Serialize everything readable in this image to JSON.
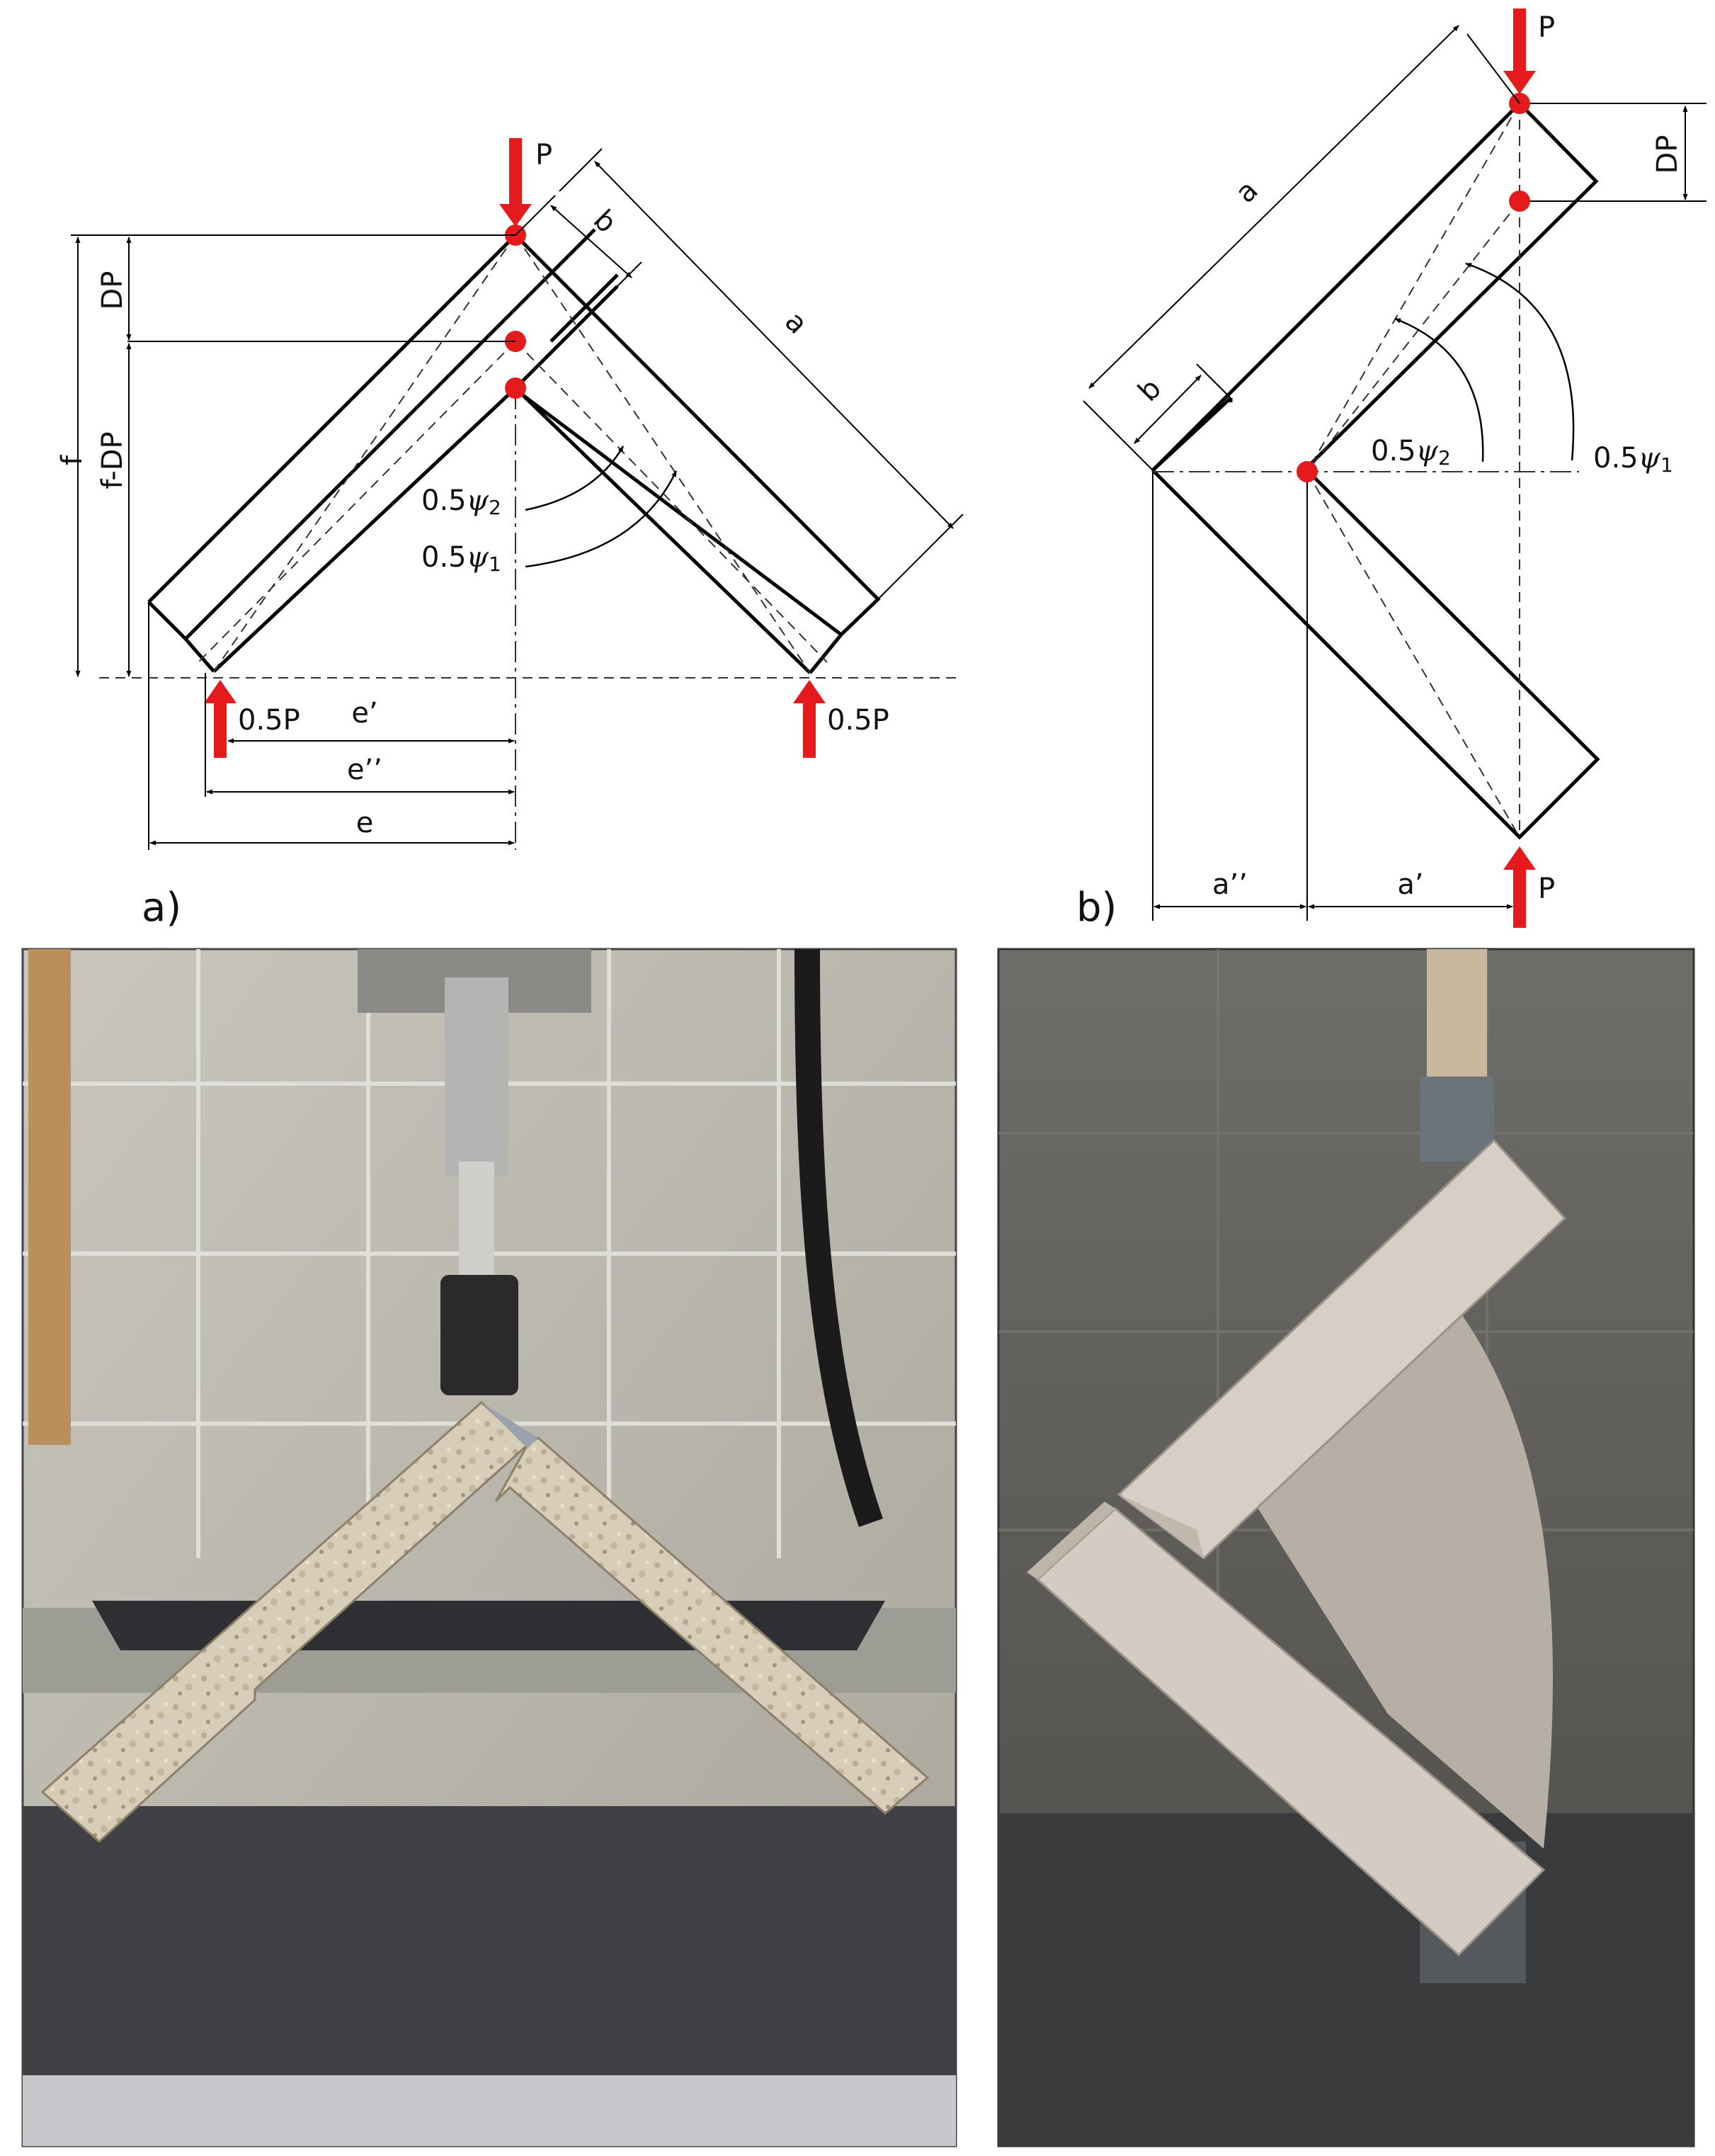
{
  "panel_a": {
    "caption": "a)",
    "load_top": "P",
    "support_left": "0.5P",
    "support_right": "0.5P",
    "dim_a": "a",
    "dim_b": "b",
    "dim_f": "f",
    "dim_dp": "DP",
    "dim_f_dp": "f-DP",
    "dim_e": "e",
    "dim_e_prime": "e’",
    "dim_e_dprime": "e’’",
    "angle_psi2_coef": "0.5",
    "angle_psi2_sym": "ψ",
    "angle_psi2_sub": "2",
    "angle_psi1_coef": "0.5",
    "angle_psi1_sym": "ψ",
    "angle_psi1_sub": "1"
  },
  "panel_b": {
    "caption": "b)",
    "load_top": "P",
    "load_bottom": "P",
    "dim_a": "a",
    "dim_b": "b",
    "dim_dp": "DP",
    "dim_a_prime": "a’",
    "dim_a_dprime": "a’’",
    "angle_psi2_coef": "0.5",
    "angle_psi2_sym": "ψ",
    "angle_psi2_sub": "2",
    "angle_psi1_coef": "0.5",
    "angle_psi1_sym": "ψ",
    "angle_psi1_sub": "1"
  },
  "colors": {
    "load_arrow": "#e41a1c",
    "joint_point": "#e41a1c",
    "specimen_edge": "#000000",
    "specimen_a_photo": "#d8cdb8",
    "specimen_b_photo": "#cdc6bc"
  }
}
